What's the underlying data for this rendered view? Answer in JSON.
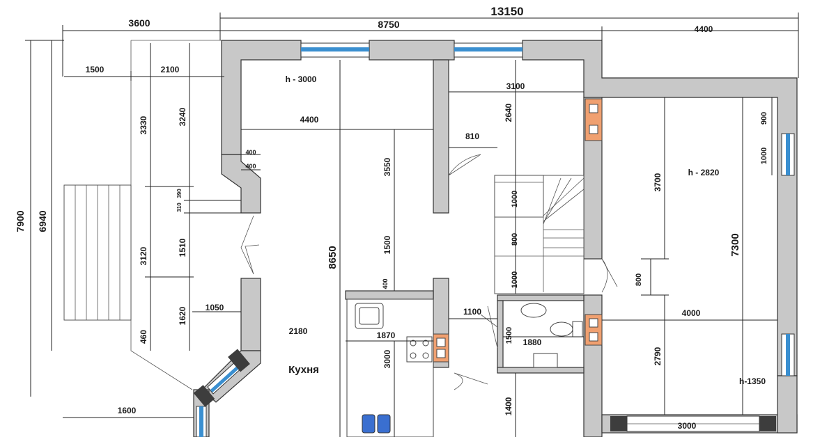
{
  "room_label": "Кухня",
  "dimensions": {
    "total_width": "13150",
    "width_left": "3600",
    "width_center": "8750",
    "width_right": "4400",
    "terrace_1500": "1500",
    "terrace_2100": "2100",
    "height_room": "h - 3000",
    "height_hall": "h - 2820",
    "height_sill": "h-1350",
    "w_4400_kitchen": "4400",
    "w_3100": "3100",
    "d_2640": "2640",
    "d_3550": "3550",
    "d_810": "810",
    "d_8650": "8650",
    "d_1500_mid": "1500",
    "d_2180": "2180",
    "d_1870": "1870",
    "d_3000_v": "3000",
    "d_1100": "1100",
    "d_1500_bath": "1500",
    "d_1880": "1880",
    "d_1400": "1400",
    "d_400_a": "400",
    "d_400_b": "400",
    "d_400_c": "400",
    "d_1000_a": "1000",
    "d_800_a": "800",
    "d_1000_b": "1000",
    "d_3700": "3700",
    "d_800_b": "800",
    "d_4000": "4000",
    "d_2790": "2790",
    "d_7300": "7300",
    "d_900": "900",
    "d_1000_c": "1000",
    "d_3000_bottom": "3000",
    "left_7900": "7900",
    "left_6940": "6940",
    "left_3330": "3330",
    "left_3240": "3240",
    "left_390": "390",
    "left_310": "310",
    "left_3120": "3120",
    "left_1510": "1510",
    "left_1620": "1620",
    "left_460": "460",
    "left_1050": "1050",
    "left_1600": "1600"
  },
  "colors": {
    "wall": "#c8c8c8",
    "window": "#3a8fd0",
    "chimney": "#f0a070",
    "sink_basin": "#3a6fd0"
  }
}
